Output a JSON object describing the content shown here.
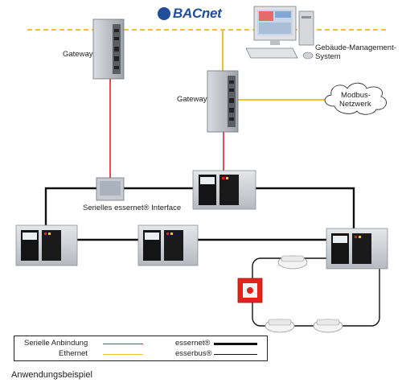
{
  "header": {
    "bacnet_logo": "BACnet"
  },
  "labels": {
    "gateway_top": "Gateway",
    "gateway_mid": "Gateway",
    "gms_line1": "Gebäude-Management-",
    "gms_line2": "System",
    "modbus_line1": "Modbus-",
    "modbus_line2": "Netzwerk",
    "serial_interface": "Serielles essernet® Interface"
  },
  "legend": {
    "serial": "Serielle Anbindung",
    "ethernet": "Ethernet",
    "essernet": "essernet®",
    "esserbus": "esserbus®"
  },
  "caption": "Anwendungsbeispiel",
  "colors": {
    "ethernet": "#f2c12e",
    "serial": "#d9262b",
    "bus": "#111111",
    "panel_frame": "#c9ccd0",
    "alarm": "#e2231a"
  }
}
